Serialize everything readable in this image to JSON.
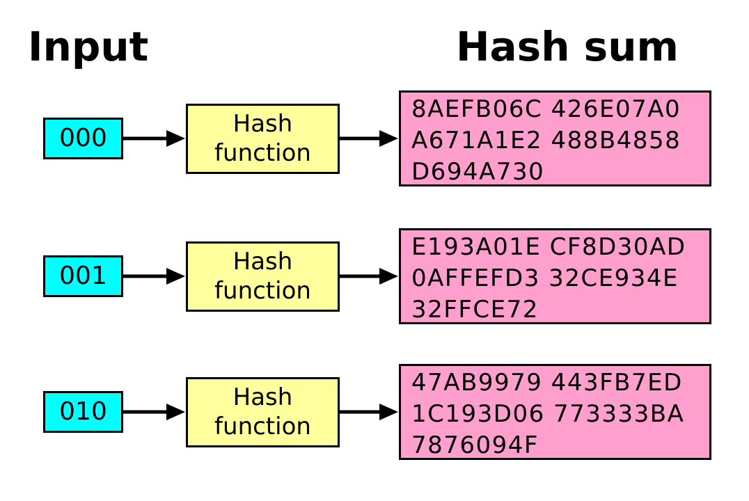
{
  "headers": {
    "input": "Input",
    "hash_sum": "Hash sum"
  },
  "colors": {
    "input_fill": "#00FFFF",
    "function_fill": "#FFFF9E",
    "sum_fill": "#FF9FCD",
    "border": "#000000",
    "background": "#FFFFFF"
  },
  "rows": [
    {
      "input_label": "000",
      "function_lines": [
        "Hash",
        "function"
      ],
      "hash_sum_lines": [
        "8AEFB06C 426E07A0",
        "A671A1E2 488B4858",
        "D694A730"
      ]
    },
    {
      "input_label": "001",
      "function_lines": [
        "Hash",
        "function"
      ],
      "hash_sum_lines": [
        "E193A01E CF8D30AD",
        "0AFFEFD3 32CE934E",
        "32FFCE72"
      ]
    },
    {
      "input_label": "010",
      "function_lines": [
        "Hash",
        "function"
      ],
      "hash_sum_lines": [
        "47AB9979 443FB7ED",
        "1C193D06 773333BA",
        "7876094F"
      ]
    }
  ]
}
